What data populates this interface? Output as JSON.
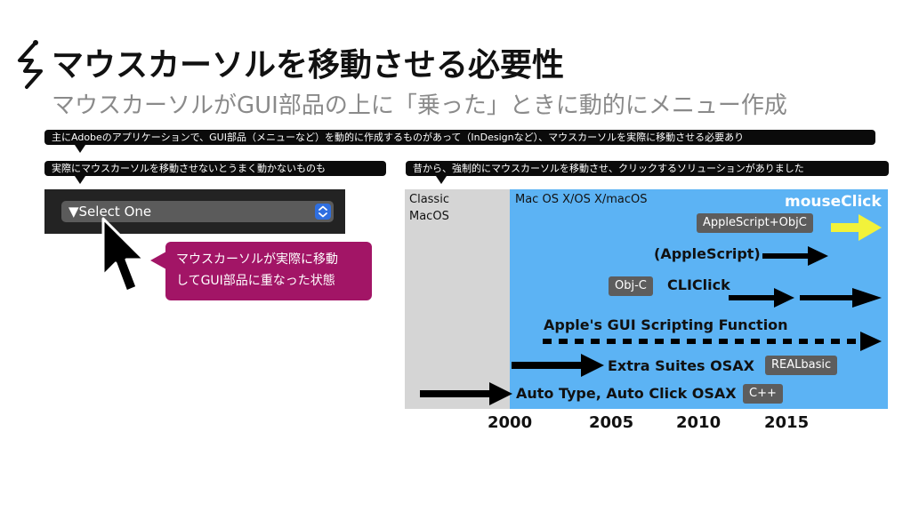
{
  "header": {
    "title": "マウスカーソルを移動させる必要性",
    "subtitle": "マウスカーソルがGUI部品の上に「乗った」ときに動的にメニュー作成"
  },
  "notes": {
    "top": "主にAdobeのアプリケーションで、GUI部品（メニューなど）を動的に作成するものがあって（InDesignなど）、マウスカーソルを実際に移動させる必要あり",
    "left": "実際にマウスカーソルを移動させないとうまく動かないものも",
    "right": "昔から、強制的にマウスカーソルを移動させ、クリックするソリューションがありました"
  },
  "ui_mock": {
    "select_value": "▼Select One",
    "callout_line1": "マウスカーソルが実際に移動",
    "callout_line2": "してGUI部品に重なった状態"
  },
  "chart_data": {
    "type": "timeline",
    "eras": [
      {
        "name": "Classic\nMacOS",
        "color": "#d5d5d5"
      },
      {
        "name": "Mac OS X/OS X/macOS",
        "color": "#5cb3f4"
      }
    ],
    "x_ticks": [
      "2000",
      "2005",
      "2010",
      "2015"
    ],
    "items": [
      {
        "label": "mouseClick",
        "tag": "AppleScript+ObjC"
      },
      {
        "label": "(AppleScript)"
      },
      {
        "label": "CLIClick",
        "tag": "Obj-C"
      },
      {
        "label": "Apple's GUI Scripting Function"
      },
      {
        "label": "Extra Suites OSAX",
        "tag": "REALbasic"
      },
      {
        "label": "Auto Type, Auto Click OSAX",
        "tag": "C++"
      }
    ],
    "colors": {
      "arrow": "#000000",
      "mouseclick_arrow": "#f2f23a"
    }
  }
}
